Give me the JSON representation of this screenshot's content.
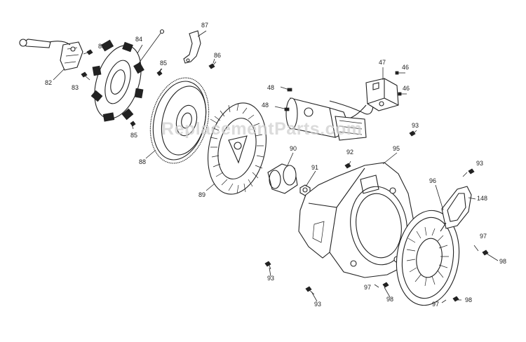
{
  "watermark": "ReplacementParts.com",
  "callouts": [
    {
      "key": "c82",
      "text": "82"
    },
    {
      "key": "c83a",
      "text": "83"
    },
    {
      "key": "c83b",
      "text": "83"
    },
    {
      "key": "c84",
      "text": "84"
    },
    {
      "key": "c85a",
      "text": "85"
    },
    {
      "key": "c85b",
      "text": "85"
    },
    {
      "key": "c86",
      "text": "86"
    },
    {
      "key": "c87",
      "text": "87"
    },
    {
      "key": "c88",
      "text": "88"
    },
    {
      "key": "c89",
      "text": "89"
    },
    {
      "key": "c90",
      "text": "90"
    },
    {
      "key": "c91",
      "text": "91"
    },
    {
      "key": "c92",
      "text": "92"
    },
    {
      "key": "c95",
      "text": "95"
    },
    {
      "key": "c47",
      "text": "47"
    },
    {
      "key": "c46a",
      "text": "46"
    },
    {
      "key": "c46b",
      "text": "46"
    },
    {
      "key": "c48a",
      "text": "48"
    },
    {
      "key": "c48b",
      "text": "48"
    },
    {
      "key": "c93a",
      "text": "93"
    },
    {
      "key": "c93b",
      "text": "93"
    },
    {
      "key": "c93c",
      "text": "93"
    },
    {
      "key": "c93d",
      "text": "93"
    },
    {
      "key": "c96",
      "text": "96"
    },
    {
      "key": "c148",
      "text": "148"
    },
    {
      "key": "c97a",
      "text": "97"
    },
    {
      "key": "c98a",
      "text": "98"
    },
    {
      "key": "c97b",
      "text": "97"
    },
    {
      "key": "c98b",
      "text": "98"
    },
    {
      "key": "c97c",
      "text": "97"
    },
    {
      "key": "c98c",
      "text": "98"
    }
  ]
}
